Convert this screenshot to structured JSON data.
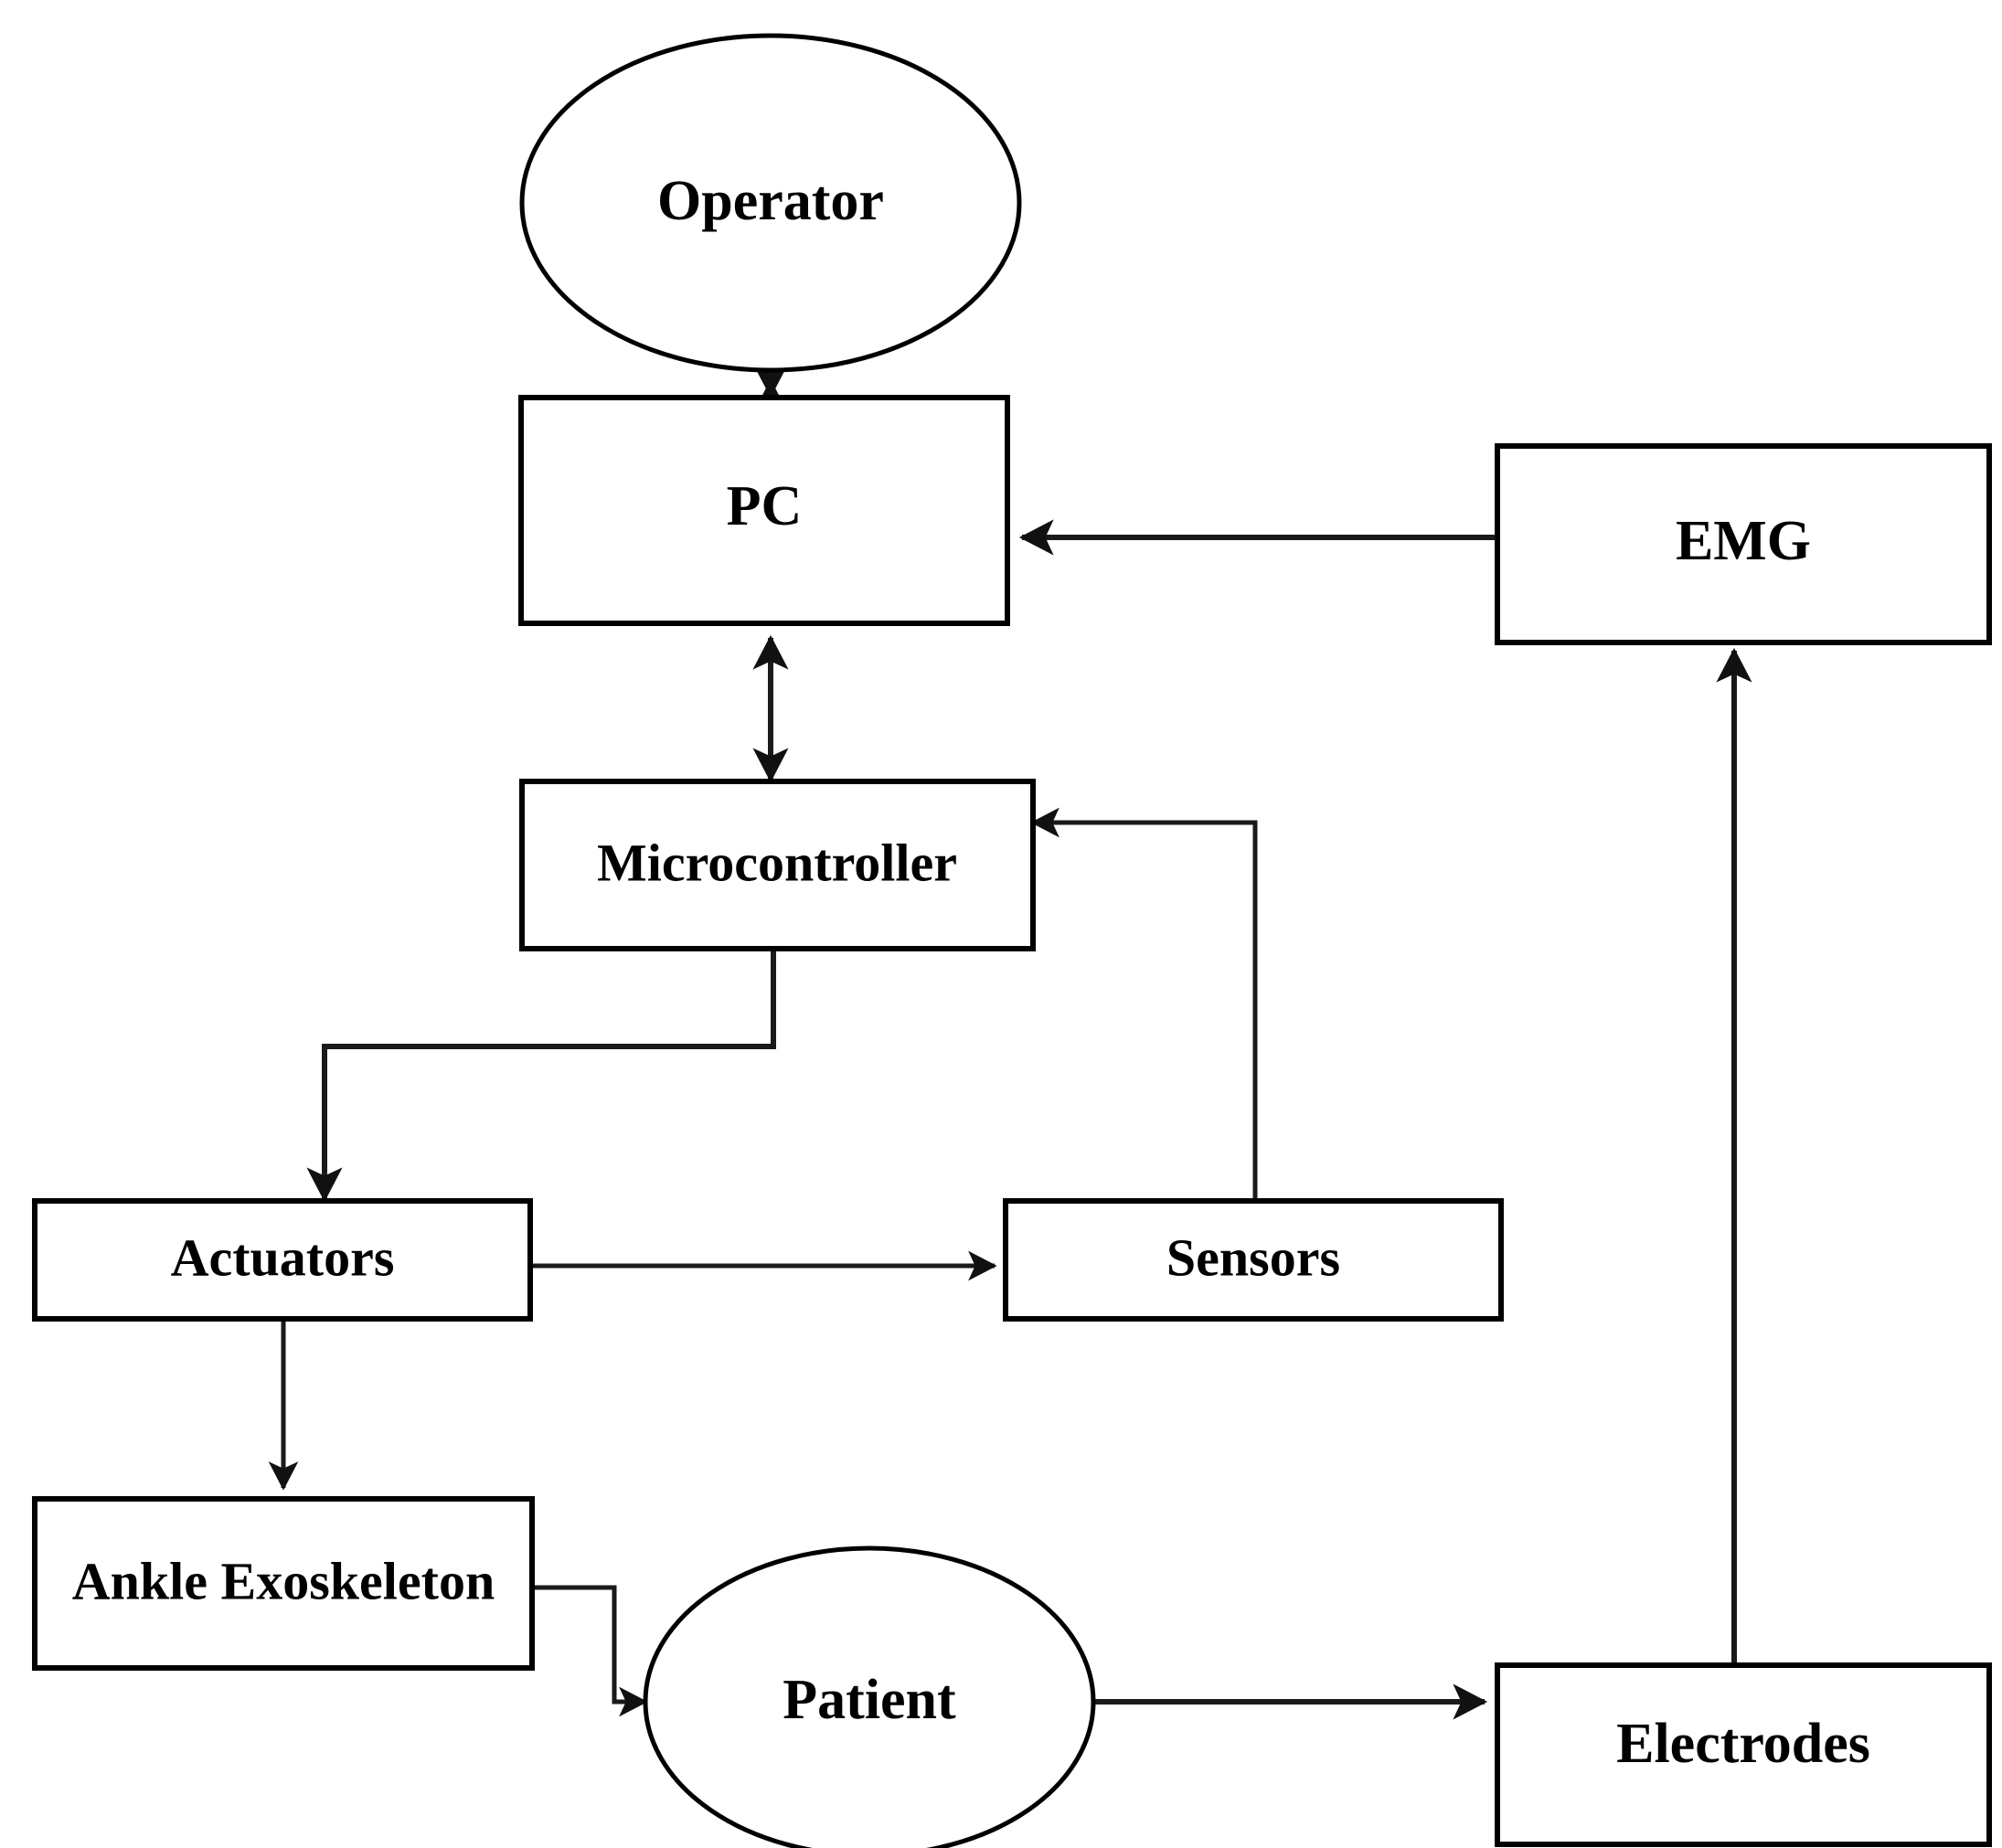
{
  "diagram": {
    "type": "block-diagram",
    "title": "",
    "background_color": "#ffffff",
    "line_color": "#1a1a1a",
    "shape_fill": "#ffffff",
    "nodes": [
      {
        "id": "operator",
        "label": "Operator",
        "shape": "ellipse"
      },
      {
        "id": "pc",
        "label": "PC",
        "shape": "rectangle"
      },
      {
        "id": "emg",
        "label": "EMG",
        "shape": "rectangle"
      },
      {
        "id": "micro",
        "label": "Microcontroller",
        "shape": "rectangle"
      },
      {
        "id": "actuators",
        "label": "Actuators",
        "shape": "rectangle"
      },
      {
        "id": "sensors",
        "label": "Sensors",
        "shape": "rectangle"
      },
      {
        "id": "ankle",
        "label": "Ankle Exoskeleton",
        "shape": "rectangle"
      },
      {
        "id": "patient",
        "label": "Patient",
        "shape": "ellipse"
      },
      {
        "id": "electrodes",
        "label": "Electrodes",
        "shape": "rectangle"
      }
    ],
    "edges": [
      {
        "from": "operator",
        "to": "pc",
        "direction": "bidirectional"
      },
      {
        "from": "emg",
        "to": "pc",
        "direction": "unidirectional"
      },
      {
        "from": "pc",
        "to": "micro",
        "direction": "bidirectional"
      },
      {
        "from": "micro",
        "to": "actuators",
        "direction": "unidirectional"
      },
      {
        "from": "actuators",
        "to": "sensors",
        "direction": "unidirectional"
      },
      {
        "from": "sensors",
        "to": "micro",
        "direction": "unidirectional"
      },
      {
        "from": "actuators",
        "to": "ankle",
        "direction": "unidirectional"
      },
      {
        "from": "ankle",
        "to": "patient",
        "direction": "unidirectional"
      },
      {
        "from": "patient",
        "to": "electrodes",
        "direction": "unidirectional"
      },
      {
        "from": "electrodes",
        "to": "emg",
        "direction": "unidirectional"
      }
    ]
  }
}
